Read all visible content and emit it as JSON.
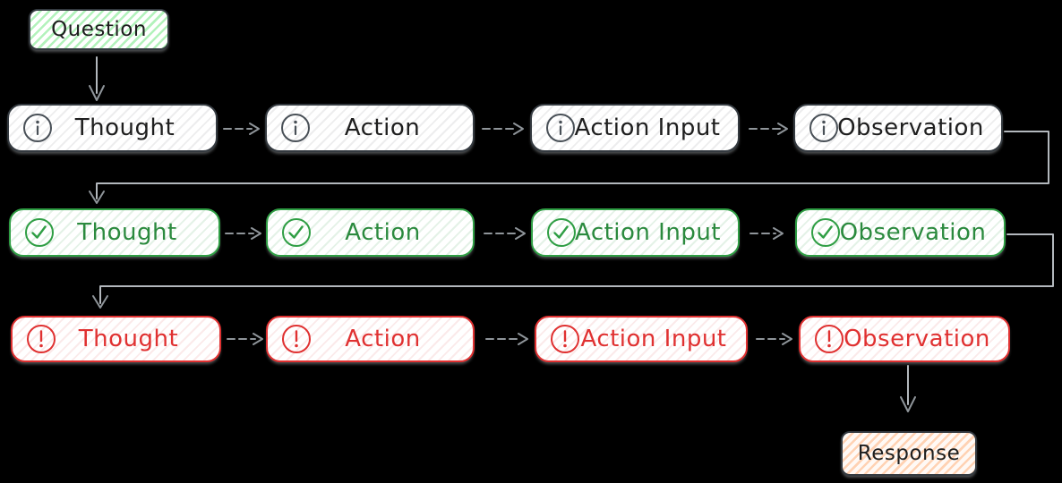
{
  "question": {
    "label": "Question"
  },
  "response": {
    "label": "Response"
  },
  "iterations": [
    {
      "name": "iteration-1",
      "icon": "info-icon",
      "stroke_color": "#343a40",
      "text_color": "#1e1e1e",
      "steps": [
        {
          "label": "Thought"
        },
        {
          "label": "Action"
        },
        {
          "label": "Action Input"
        },
        {
          "label": "Observation"
        }
      ]
    },
    {
      "name": "iteration-2",
      "icon": "check-icon",
      "stroke_color": "#2f9e44",
      "text_color": "#2b8a3e",
      "steps": [
        {
          "label": "Thought"
        },
        {
          "label": "Action"
        },
        {
          "label": "Action Input"
        },
        {
          "label": "Observation"
        }
      ]
    },
    {
      "name": "iteration-3",
      "icon": "alert-icon",
      "stroke_color": "#e03131",
      "text_color": "#e03131",
      "steps": [
        {
          "label": "Thought"
        },
        {
          "label": "Action"
        },
        {
          "label": "Action Input"
        },
        {
          "label": "Observation"
        }
      ]
    }
  ],
  "colors": {
    "background": "#000000",
    "question_fill": "#b2f2bb",
    "response_fill": "#ffd2b3",
    "connector": "#b3b8bd",
    "arrow": "#8f959a"
  }
}
